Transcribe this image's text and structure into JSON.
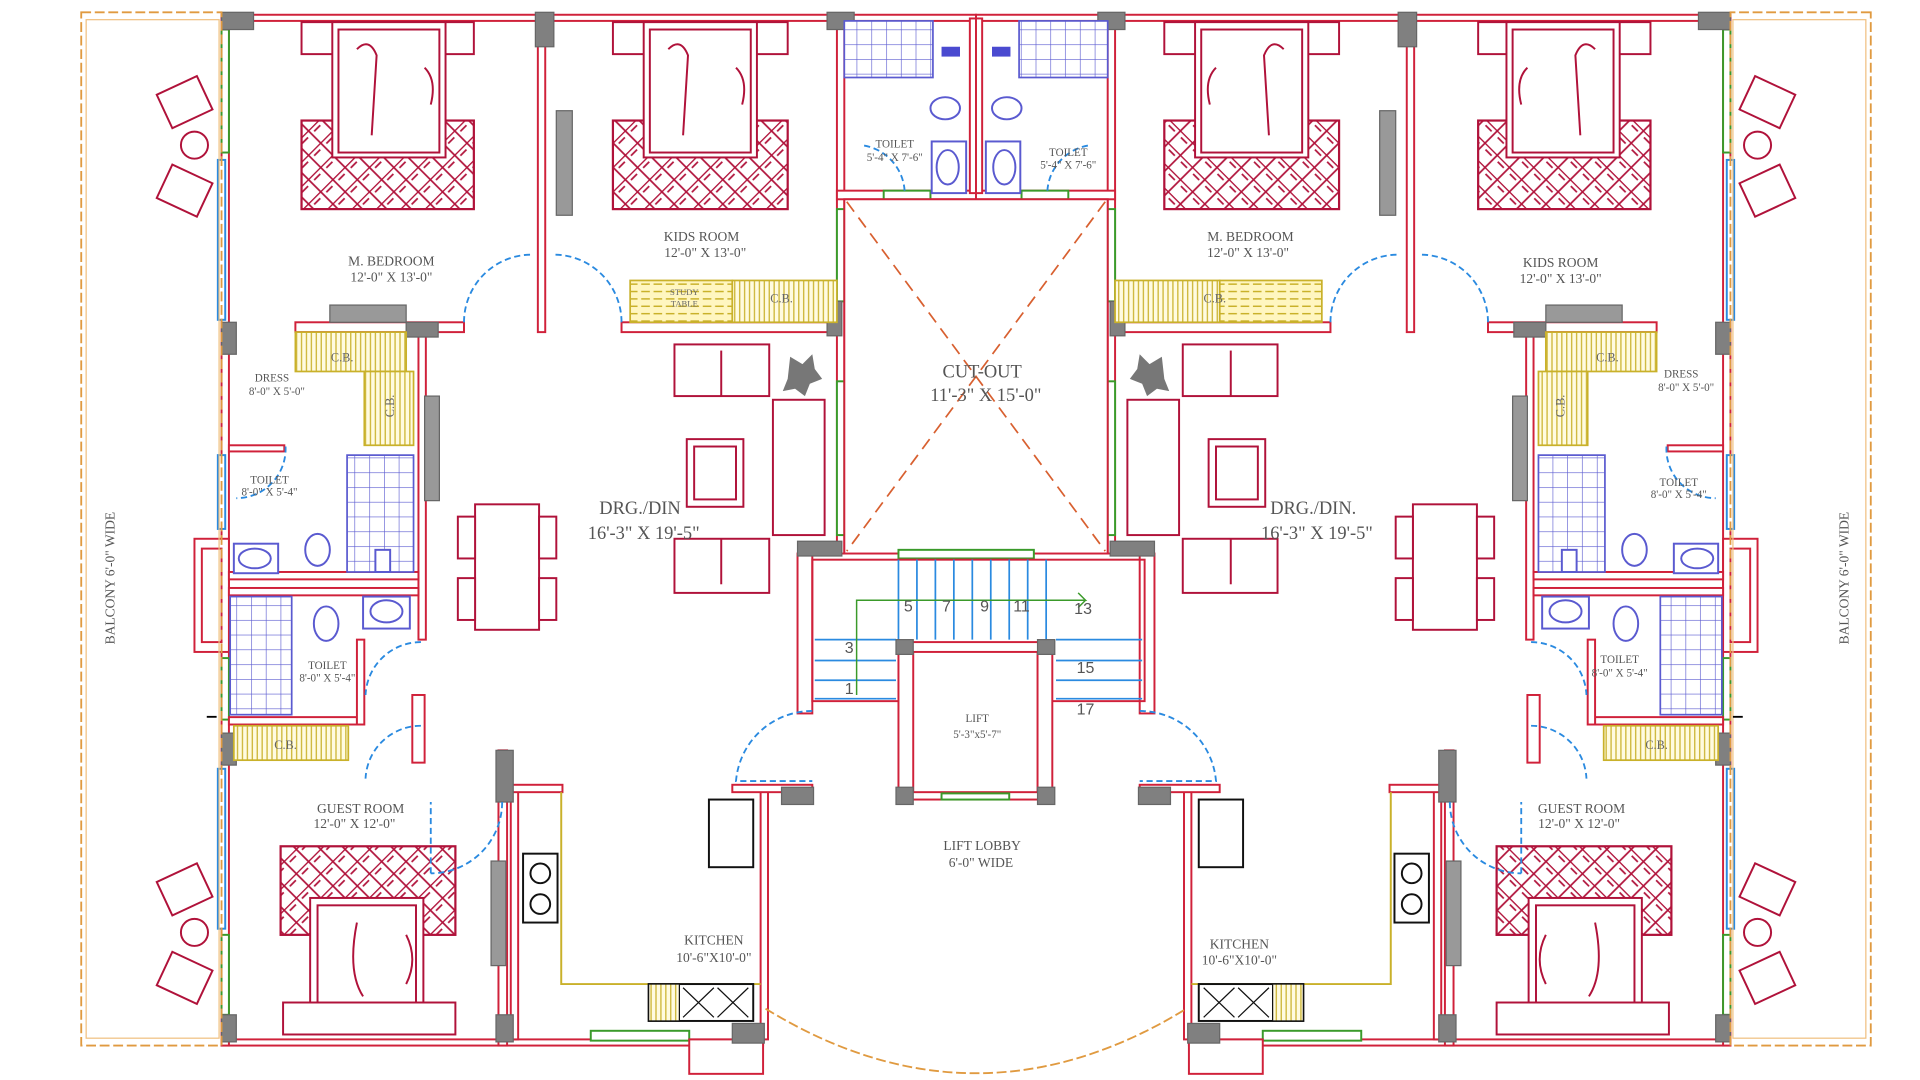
{
  "balcony": {
    "left": "BALCONY 6'-0\" WIDE",
    "right": "BALCONY 6'-0\" WIDE"
  },
  "rooms": {
    "m_bedroom_left": {
      "name": "M. BEDROOM",
      "size": "12'-0\" X 13'-0\""
    },
    "kids_room_left": {
      "name": "KIDS ROOM",
      "size": "12'-0\" X 13'-0\""
    },
    "m_bedroom_right": {
      "name": "M. BEDROOM",
      "size": "12'-0\" X 13'-0\""
    },
    "kids_room_right": {
      "name": "KIDS ROOM",
      "size": "12'-0\" X 13'-0\""
    },
    "toilet_top_left": {
      "name": "TOILET",
      "size": "5'-4\" X 7'-6\""
    },
    "toilet_top_right": {
      "name": "TOILET",
      "size": "5'-4\" X 7'-6\""
    },
    "dress_left": {
      "name": "DRESS",
      "size": "8'-0\" X 5'-0\""
    },
    "dress_right": {
      "name": "DRESS",
      "size": "8'-0\" X 5'-0\""
    },
    "toilet_dress_left": {
      "name": "TOILET",
      "size": "8'-0\" X 5'-4\""
    },
    "toilet_dress_right": {
      "name": "TOILET",
      "size": "8'-0\" X 5'-4\""
    },
    "toilet_guest_left": {
      "name": "TOILET",
      "size": "8'-0\" X 5'-4\""
    },
    "toilet_guest_right": {
      "name": "TOILET",
      "size": "8'-0\" X 5'-4\""
    },
    "cutout": {
      "name": "CUT-OUT",
      "size": "11'-3\" X 15'-0\""
    },
    "drg_din_left": {
      "name": "DRG./DIN",
      "size": "16'-3\" X 19'-5\""
    },
    "drg_din_right": {
      "name": "DRG./DIN.",
      "size": "16'-3\" X 19'-5\""
    },
    "lift": {
      "name": "LIFT",
      "size": "5'-3\"x5'-7\""
    },
    "lift_lobby": {
      "name": "LIFT LOBBY",
      "size": "6'-0\" WIDE"
    },
    "guest_room_left": {
      "name": "GUEST ROOM",
      "size": "12'-0\" X 12'-0\""
    },
    "guest_room_right": {
      "name": "GUEST ROOM",
      "size": "12'-0\" X 12'-0\""
    },
    "kitchen_left": {
      "name": "KITCHEN",
      "size": "10'-6\"X10'-0\""
    },
    "kitchen_right": {
      "name": "KITCHEN",
      "size": "10'-6\"X10'-0\""
    }
  },
  "fixtures": {
    "cb": "C.B.",
    "study_table_1": "STUDY",
    "study_table_2": "TABLE"
  },
  "stair_steps": [
    "1",
    "3",
    "5",
    "7",
    "9",
    "11",
    "13",
    "15",
    "17"
  ],
  "colors": {
    "wall": "#d0213a",
    "window": "#3a9a2a",
    "door": "#2a8ae0",
    "furniture": "#b0123a",
    "cupboard": "#c9b12a",
    "sanitary": "#5a5ad0",
    "column": "#808080",
    "balcony_edge": "#e09a40"
  }
}
